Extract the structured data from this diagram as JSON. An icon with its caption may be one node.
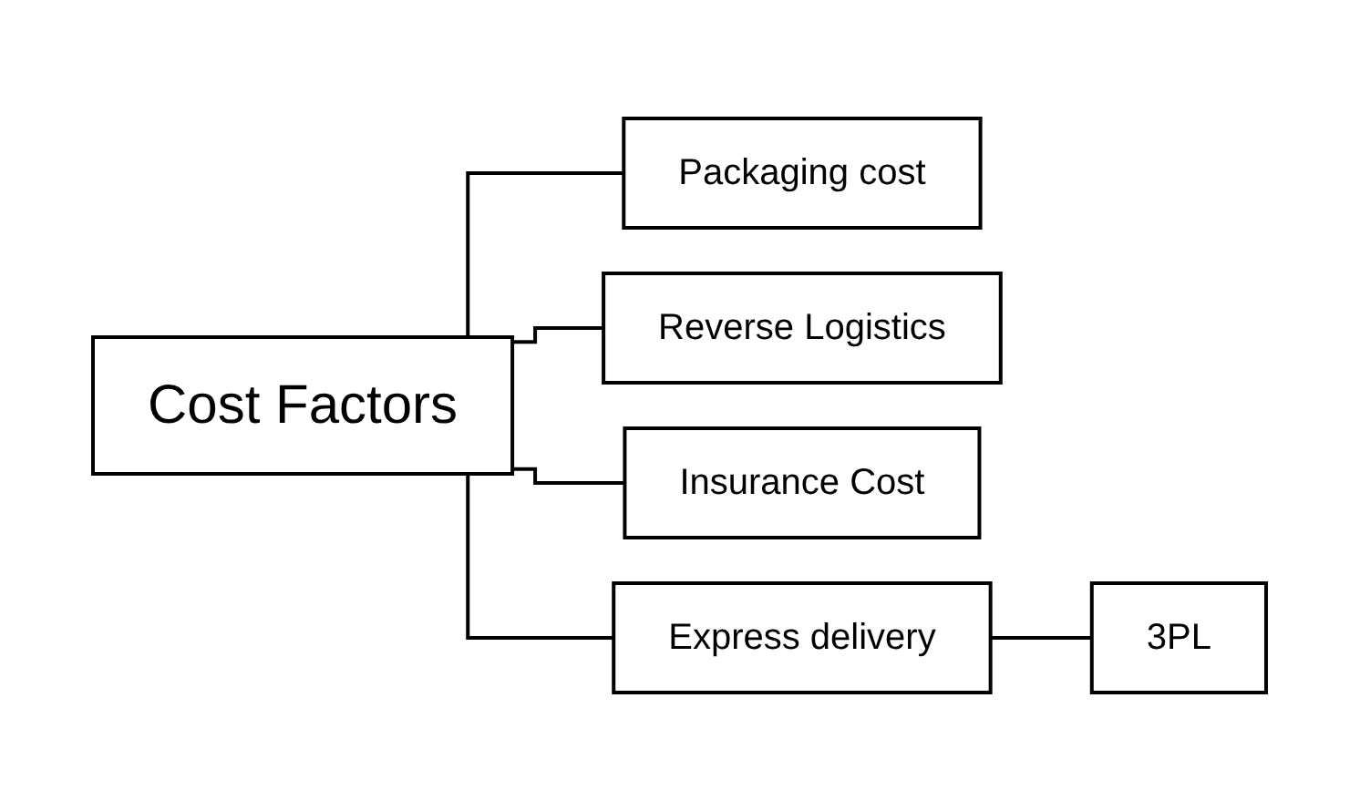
{
  "diagram": {
    "nodes": [
      {
        "text": [
          "Cost Factors"
        ]
      },
      {
        "text": [
          "Packaging cost"
        ]
      },
      {
        "text": [
          "Reverse Logistics"
        ]
      },
      {
        "text": [
          "Insurance Cost"
        ]
      },
      {
        "text": [
          "Express delivery"
        ]
      },
      {
        "text": [
          "3PL"
        ]
      }
    ],
    "edges": [
      {
        "from": 0,
        "to": 1,
        "arrow": "none"
      },
      {
        "from": 0,
        "to": 2,
        "arrow": "none"
      },
      {
        "from": 0,
        "to": 3,
        "arrow": "none"
      },
      {
        "from": 0,
        "to": 4,
        "arrow": "none"
      },
      {
        "from": 4,
        "to": 5,
        "arrow": "none"
      }
    ]
  }
}
